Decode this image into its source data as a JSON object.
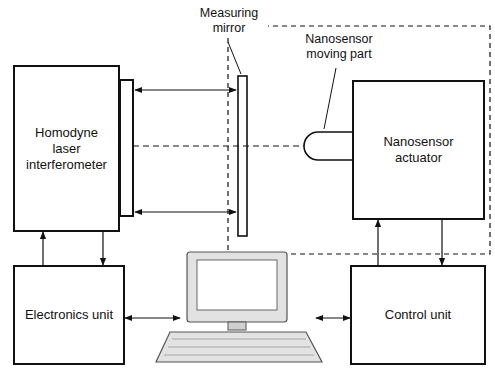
{
  "diagram": {
    "nodes": [
      {
        "text": [
          "Homodyne laser interferometer"
        ]
      },
      {
        "text": [
          "Nanosensor actuator"
        ]
      },
      {
        "text": [
          "Electronics unit"
        ]
      },
      {
        "text": [
          "Control unit"
        ]
      }
    ],
    "edges": [
      {
        "from": 2,
        "to": 0,
        "arrow": "to"
      },
      {
        "from": 0,
        "to": 2,
        "arrow": "to"
      },
      {
        "from": 3,
        "to": 1,
        "arrow": "to"
      },
      {
        "from": 1,
        "to": 3,
        "arrow": "to"
      }
    ],
    "labels": [
      "Measuring mirror",
      "Nanosensor moving part"
    ]
  }
}
